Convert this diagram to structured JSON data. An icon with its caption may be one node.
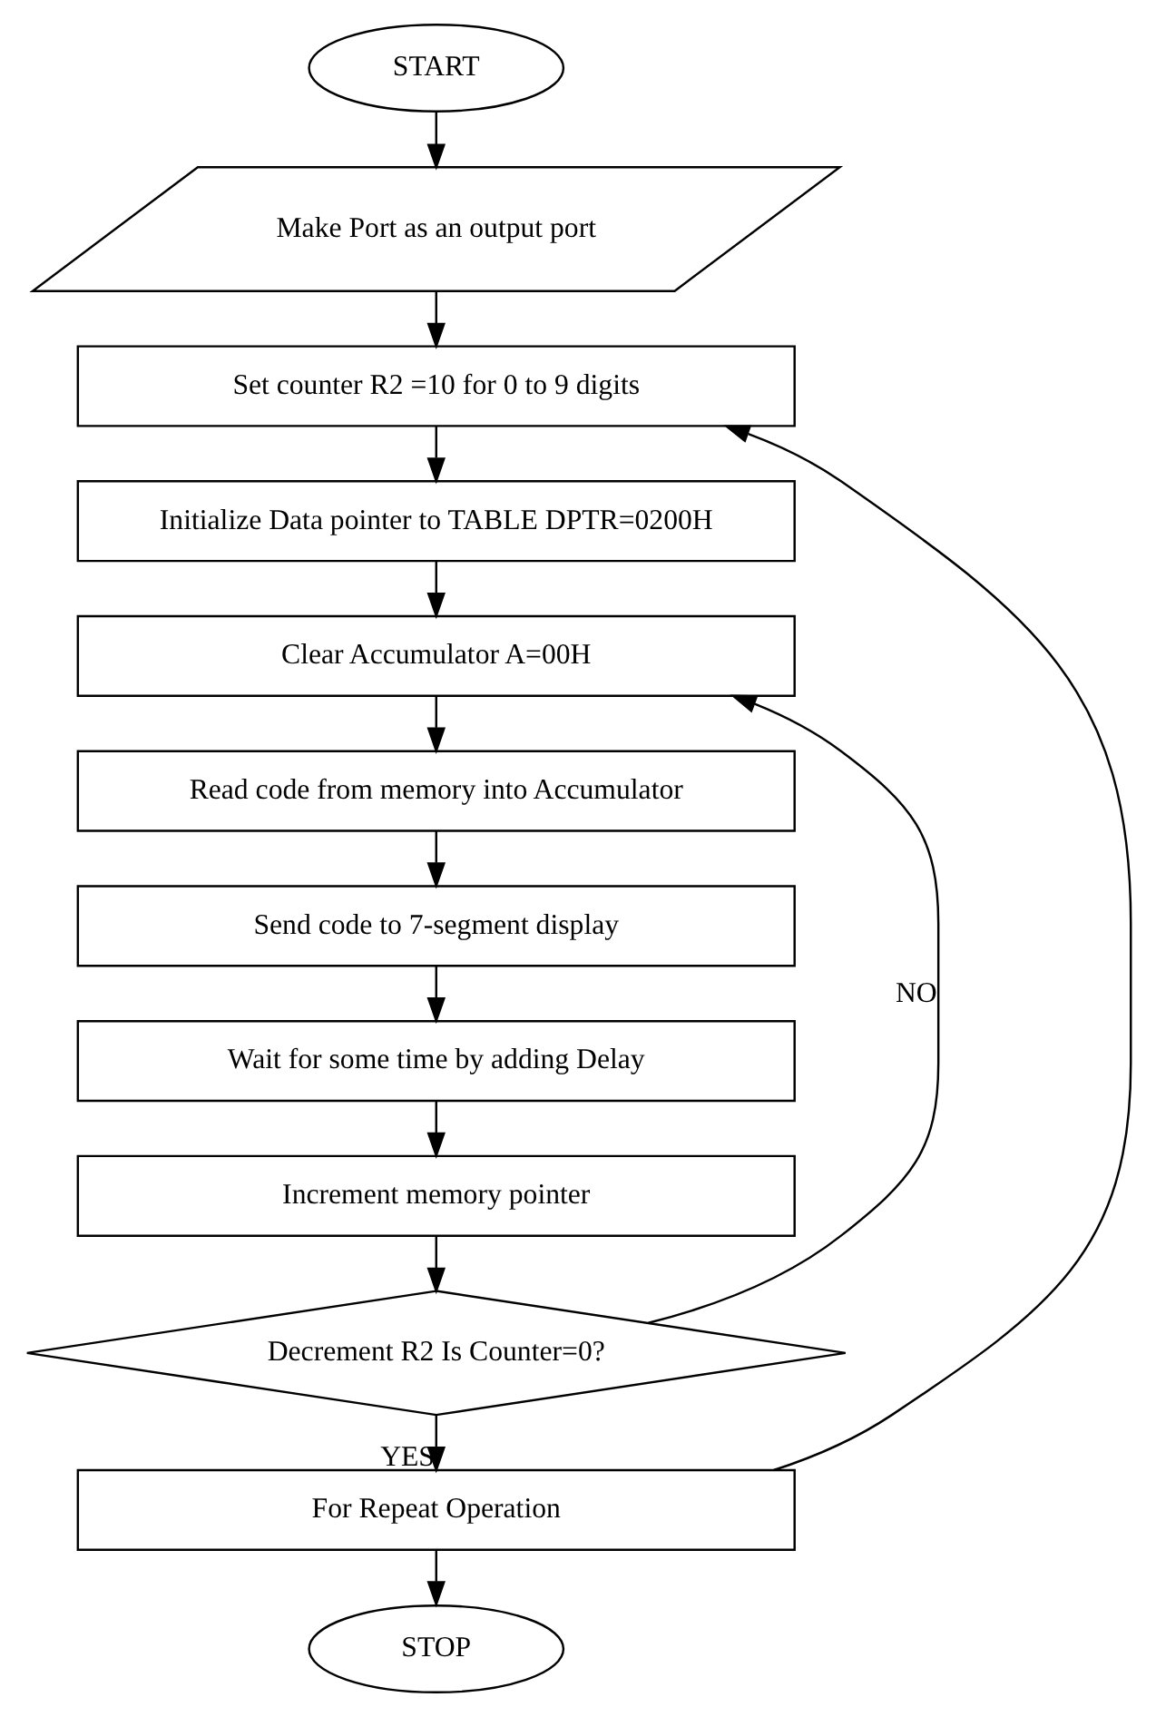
{
  "diagram": {
    "nodes": [
      {
        "text": [
          "START"
        ]
      },
      {
        "text": [
          "Make Port as an output port"
        ]
      },
      {
        "text": [
          "Set counter R2 =10 for 0 to 9 digits"
        ]
      },
      {
        "text": [
          "Initialize Data pointer to TABLE DPTR=0200H"
        ]
      },
      {
        "text": [
          "Clear Accumulator A=00H"
        ]
      },
      {
        "text": [
          "Read code from memory into Accumulator"
        ]
      },
      {
        "text": [
          "Send code to 7-segment display"
        ]
      },
      {
        "text": [
          "Wait for some time by adding Delay"
        ]
      },
      {
        "text": [
          "Increment memory pointer"
        ]
      },
      {
        "text": [
          "Decrement R2 Is Counter=0?"
        ]
      },
      {
        "text": [
          "For Repeat Operation"
        ]
      },
      {
        "text": [
          "STOP"
        ]
      }
    ],
    "edges": [
      {
        "from": 0,
        "to": 1,
        "arrow": "to"
      },
      {
        "from": 1,
        "to": 2,
        "arrow": "to"
      },
      {
        "from": 2,
        "to": 3,
        "arrow": "to"
      },
      {
        "from": 3,
        "to": 4,
        "arrow": "to"
      },
      {
        "from": 4,
        "to": 5,
        "arrow": "to"
      },
      {
        "from": 5,
        "to": 6,
        "arrow": "to"
      },
      {
        "from": 6,
        "to": 7,
        "arrow": "to"
      },
      {
        "from": 7,
        "to": 8,
        "arrow": "to"
      },
      {
        "from": 8,
        "to": 9,
        "arrow": "to"
      },
      {
        "from": 9,
        "to": 4,
        "arrow": "to",
        "label": "NO"
      },
      {
        "from": 9,
        "to": 10,
        "arrow": "to",
        "label": "YES"
      },
      {
        "from": 10,
        "to": 2,
        "arrow": "to"
      },
      {
        "from": 10,
        "to": 11,
        "arrow": "to"
      }
    ]
  }
}
